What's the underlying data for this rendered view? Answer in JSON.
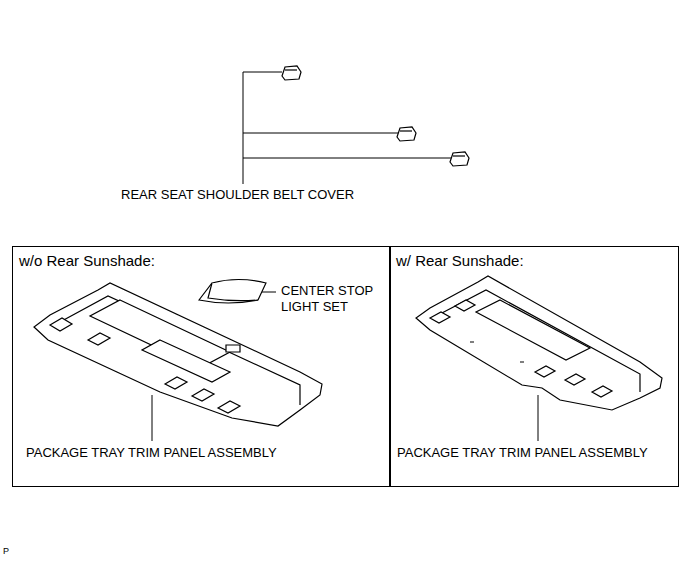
{
  "diagram": {
    "nodes": [
      {
        "text": [
          "w/o Rear Sunshade:",
          "CENTER STOP LIGHT SET",
          "PACKAGE TRAY TRIM PANEL ASSEMBLY"
        ]
      },
      {
        "text": [
          "w/ Rear Sunshade:",
          "PACKAGE TRAY TRIM PANEL ASSEMBLY"
        ]
      }
    ],
    "edges": [],
    "labels": [
      "REAR SEAT SHOULDER BELT COVER",
      "P"
    ]
  }
}
